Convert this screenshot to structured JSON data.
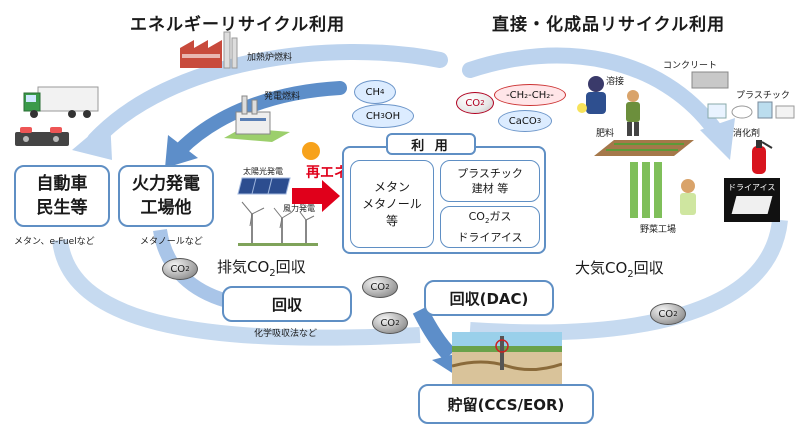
{
  "titles": {
    "energy": "エネルギーリサイクル利用",
    "direct": "直接・化成品リサイクル利用"
  },
  "left": {
    "car": {
      "line1": "自動車",
      "line2": "民生等",
      "caption": "メタン、e-Fuelなど"
    },
    "power": {
      "line1": "火力発電",
      "line2": "工場他",
      "caption": "メタノールなど"
    },
    "furnace_label": "加熱炉燃料",
    "power_fuel_label": "発電燃料"
  },
  "renewable": {
    "label": "再エネ",
    "solar": "太陽光発電",
    "wind": "風力発電"
  },
  "usage": {
    "header": "利 用",
    "methane": {
      "l1": "メタン",
      "l2": "メタノール",
      "l3": "等"
    },
    "plastic": {
      "l1": "プラスチック",
      "l2": "建材 等"
    },
    "gas": {
      "l1": "CO",
      "l1sub": "2",
      "l1b": "ガス",
      "l2": "ドライアイス"
    }
  },
  "molecules": {
    "ch4": {
      "main": "CH",
      "sub": "4"
    },
    "ch3oh": {
      "main": "CH",
      "sub": "3",
      "rest": "OH"
    },
    "polymer": "-CH₂-CH₂-",
    "caco3": {
      "main": "CaCO",
      "sub": "3"
    },
    "co2": {
      "main": "CO",
      "sub": "2"
    }
  },
  "right": {
    "welding": "溶接",
    "concrete": "コンクリート",
    "plastic": "プラスチック",
    "extinguisher": "消化剤",
    "fertilizer": "肥料",
    "dryice": "ドライアイス",
    "vegetable": "野菜工場"
  },
  "flows": {
    "exhaust": {
      "pre": "排気CO",
      "sub": "2",
      "post": "回収"
    },
    "atmos": {
      "pre": "大気CO",
      "sub": "2",
      "post": "回収"
    },
    "recover": "回収",
    "recover_caption": "化学吸収法など",
    "dac": "回収(DAC)",
    "storage": "貯留(CCS/EOR)"
  },
  "colors": {
    "arrow": "#9fbfe3",
    "arrow_dark": "#4d7fbf",
    "box_border": "#5f8fc4",
    "renew": "#e0001b"
  }
}
